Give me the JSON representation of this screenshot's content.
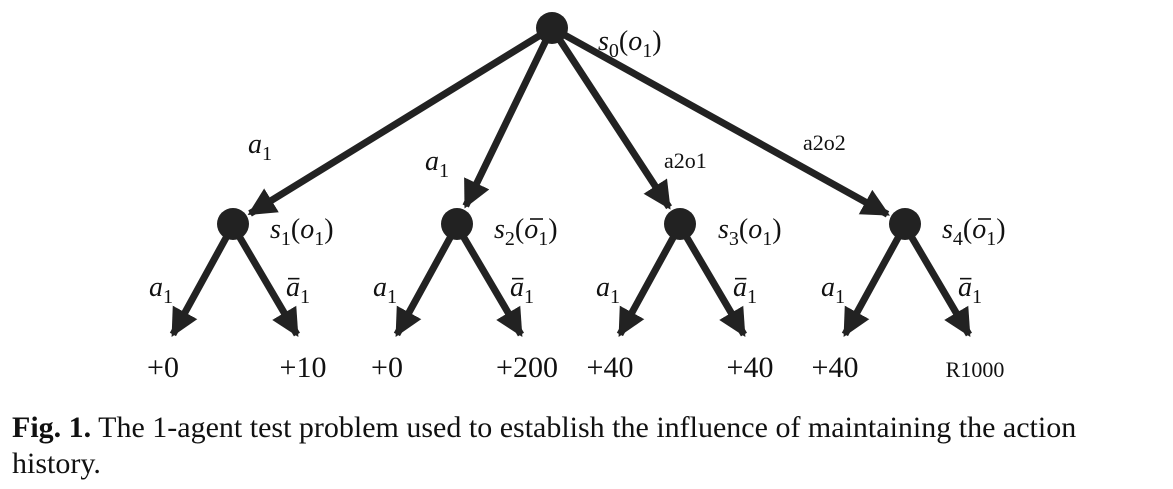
{
  "figure": {
    "nodes": [
      {
        "id": "n0",
        "label_base": "s",
        "label_sub": "0",
        "label_obs": "o",
        "obs_sub": "1",
        "obs_bar": false,
        "style": "math"
      },
      {
        "id": "n1",
        "label_base": "s",
        "label_sub": "1",
        "label_obs": "o",
        "obs_sub": "1",
        "obs_bar": false,
        "style": "math"
      },
      {
        "id": "n2",
        "label_base": "s",
        "label_sub": "2",
        "label_obs": "o",
        "obs_sub": "1",
        "obs_bar": true,
        "style": "math"
      },
      {
        "id": "n3",
        "label_base": "s",
        "label_sub": "3",
        "label_obs": "o",
        "obs_sub": "1",
        "obs_bar": false,
        "style": "math"
      },
      {
        "id": "n4",
        "label_base": "s",
        "label_sub": "4",
        "label_obs": "o",
        "obs_sub": "1",
        "obs_bar": true,
        "style": "math"
      }
    ],
    "top_edges": [
      {
        "from": "n0",
        "to": "n1",
        "label": "a",
        "label_sub": "1",
        "style": "math"
      },
      {
        "from": "n0",
        "to": "n2",
        "label": "a",
        "label_sub": "1",
        "style": "math"
      },
      {
        "from": "n0",
        "to": "n3",
        "label": "a2o1",
        "label_sub": "",
        "style": "plain"
      },
      {
        "from": "n0",
        "to": "n4",
        "label": "a2o2",
        "label_sub": "",
        "style": "plain"
      }
    ],
    "leaf_edges": [
      {
        "parent": "n1",
        "left_label": "a",
        "right_label": "a",
        "sub": "1",
        "left_reward": "+0",
        "right_reward": "+10"
      },
      {
        "parent": "n2",
        "left_label": "a",
        "right_label": "a",
        "sub": "1",
        "left_reward": "+0",
        "right_reward": "+200"
      },
      {
        "parent": "n3",
        "left_label": "a",
        "right_label": "a",
        "sub": "1",
        "left_reward": "+40",
        "right_reward": "+40"
      },
      {
        "parent": "n4",
        "left_label": "a",
        "right_label": "a",
        "sub": "1",
        "left_reward": "+40",
        "right_reward": "R1000"
      }
    ]
  },
  "caption": {
    "prefix": "Fig. 1.",
    "text": "The 1-agent test problem used to establish the influence of maintaining the action history."
  },
  "colors": {
    "ink": "#222222"
  }
}
